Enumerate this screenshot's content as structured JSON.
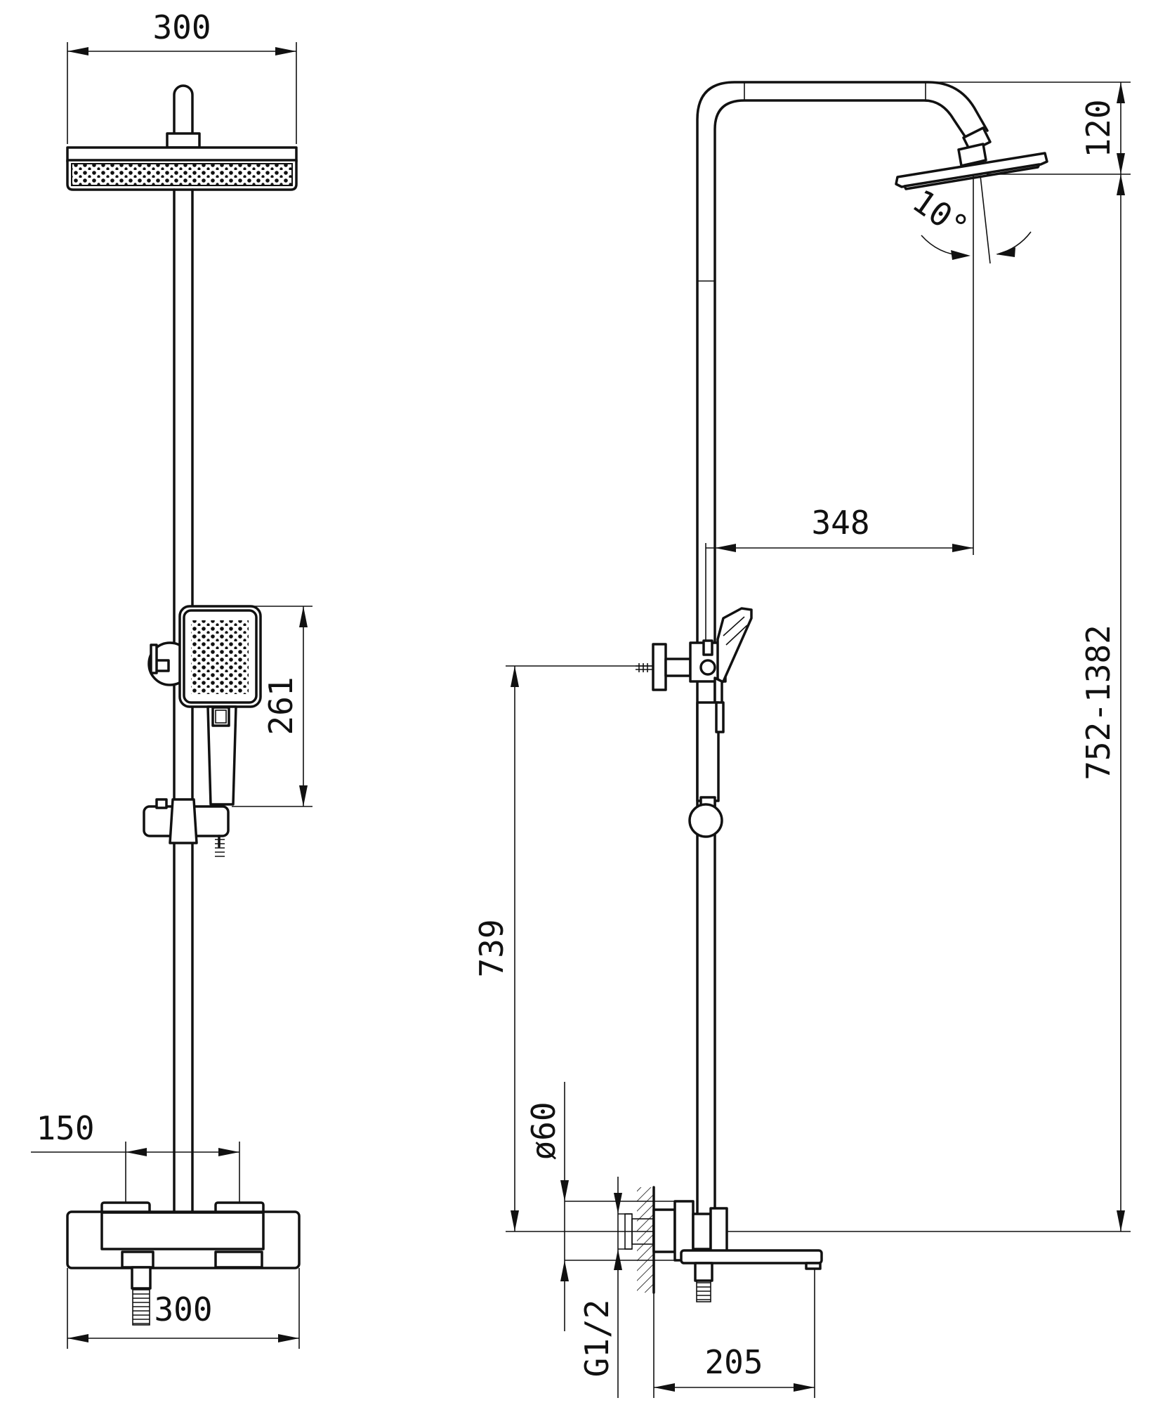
{
  "dimensions": {
    "front_head_width": "300",
    "handshower_height": "261",
    "inlet_spacing": "150",
    "thermostat_width": "300",
    "head_drop": "120",
    "tilt_angle": "10°",
    "arm_reach": "348",
    "adjustable_height": "752-1382",
    "outlet_height": "739",
    "inlet_diameter": "ø60",
    "thread": "G1/2",
    "wall_projection": "205"
  }
}
